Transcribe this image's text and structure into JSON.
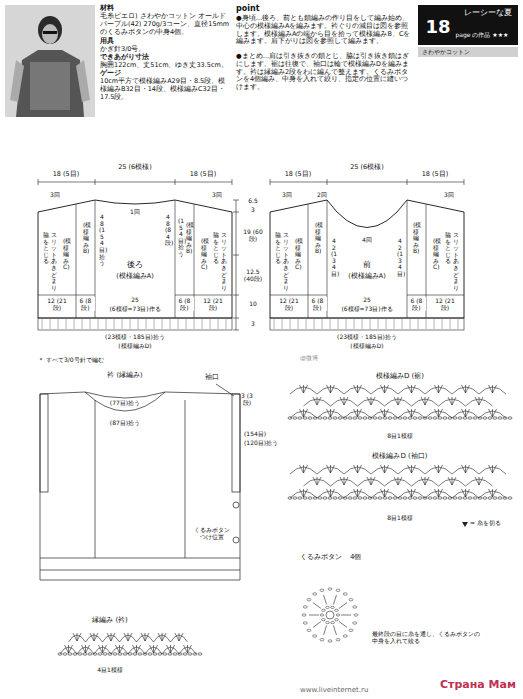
{
  "diagram": {
    "nodes": [
      {
        "text": [
          "レーシーな夏",
          "18",
          "page の作品 ★★★"
        ]
      },
      {
        "text": [
          "後ろ",
          "(模様編みA)"
        ]
      },
      {
        "text": [
          "前",
          "(模様編みA)"
        ]
      }
    ],
    "labels": [
      "材料",
      "毛糸ピエロ) さわやかコットン オールドパープル(42) 270g/3コーン、直径15mmのくるみボタンの中身4個。",
      "用具",
      "かぎ針3/0号。",
      "できあがり寸法",
      "胸囲122cm、丈51cm、ゆき丈33.5cm。",
      "ゲージ",
      "10cm平方で模様編みA29目・8.5段、模様編みB32目・14段、模様編みC32目・17.5段。",
      "point",
      "●身頃…後ろ、前とも鎖編みの作り目をして編み始め、中心の模様編みAを編みます。衿ぐりの減目は図を参照します。模様編みAの端から目を拾って模様編みB、Cを編みます。肩下がりは図を参照して編みます。",
      "●まとめ…肩は引き抜きの鎖とじ、脇は引き抜き鎖はぎにします。裾は往復で、袖口は輪で模様編みDを編みます。衿は縁編み2段をわに編んで整えます。くるみボタンを4個編み、中身を入れて絞り、指定の位置に縫いつけます。",
      "さわやかコットン",
      "18 (5目)",
      "25 (6模様)",
      "18 (5目)",
      "3回",
      "1回",
      "3回",
      "脇をとじる",
      "スリットあきどまり",
      "(模様編みC)",
      "12 (21段)",
      "6 (8段)",
      "48 (154目)拾う",
      "(模様編みB)",
      "48 (84段)",
      "(154目)拾う",
      "(模様編みB)",
      "(模様編みC)",
      "脇をとじる",
      "スリットあきどまり",
      "6 (8段)",
      "12 (21段)",
      "25",
      "(6模様=73目)作る",
      "(23模様・185目)拾う",
      "(模様編みD)",
      "＊ すべて3/0号針で編む",
      "6.5",
      "3",
      "19 (60段)",
      "12.5 (40段)",
      "10",
      "3",
      "18 (5目)",
      "25 (6模様)",
      "18 (5目)",
      "3回",
      "2回",
      "4回",
      "3回",
      "脇をとじる",
      "スリットあきどまり",
      "(模様編みC)",
      "(模様編みB)",
      "42 (134目)",
      "42 (134目)",
      "(模様編みB)",
      "(模様編みC)",
      "脇をとじる",
      "スリットあきどまり",
      "12 (21段)",
      "6 (8段)",
      "6 (8段)",
      "12 (21段)",
      "25",
      "(6模様=73目)作る",
      "(23模様・185目)拾う",
      "(模様編みD)",
      "@微博",
      "衿 (縁編み)",
      "(77目)拾う",
      "(87目)拾う",
      "袖口",
      "3 (3段)",
      "(154目)",
      "(120目)拾う",
      "くるみボタンつけ位置",
      "模様編みD (裾)",
      "8目1模様",
      "模様編みD (袖口)",
      "8目1模様",
      "= 糸を切る",
      "くるみボタン",
      "4個",
      "最終段の目に糸を通し、くるみボタンの中身を入れて絞る",
      "縁編み (衿)",
      "4目1模様",
      "www.liveinternet.ru",
      "Страна Мам"
    ]
  }
}
